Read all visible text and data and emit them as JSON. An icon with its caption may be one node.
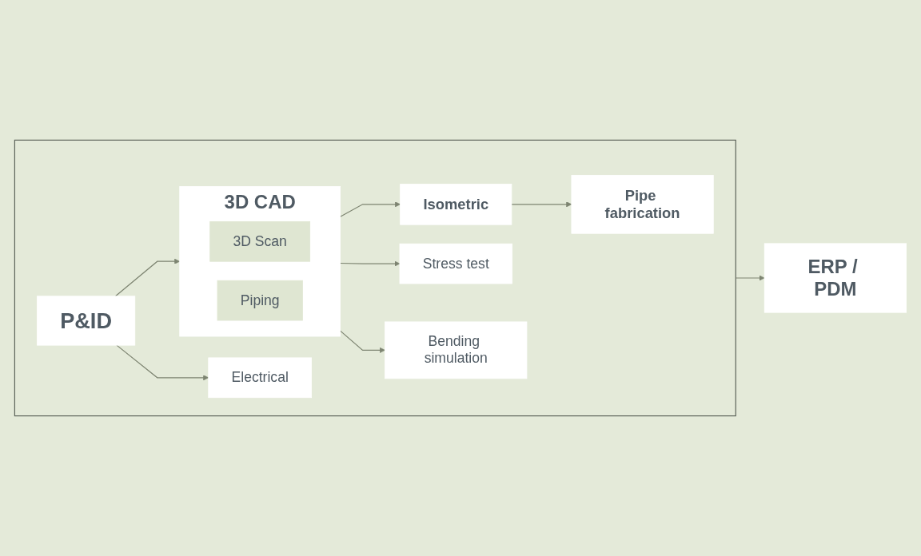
{
  "diagram": {
    "nodes": [
      {
        "text": [],
        "shape": "box"
      },
      {
        "text": [
          "Stress test"
        ],
        "in": 0
      },
      {
        "text": [
          "Electrical"
        ],
        "in": 0
      },
      {
        "text": [
          "P&ID"
        ],
        "in": 0
      },
      {
        "text": [
          "3D CAD"
        ],
        "in": 0
      },
      {
        "text": [
          "3D Scan"
        ],
        "in": 4
      },
      {
        "text": [
          "Piping"
        ],
        "in": 4
      },
      {
        "text": [
          "Isometric"
        ],
        "in": 0
      },
      {
        "text": [
          "Pipe fabrication"
        ],
        "in": 0
      },
      {
        "text": [
          "Bending simulation"
        ],
        "in": 0
      },
      {
        "text": [
          "ERP / PDM"
        ]
      }
    ],
    "edges": [
      {
        "from": 3,
        "to": 2,
        "arrow": "to"
      },
      {
        "from": 3,
        "to": 4,
        "arrow": "to"
      },
      {
        "from": 4,
        "to": 7,
        "arrow": "to"
      },
      {
        "from": 7,
        "to": 8,
        "arrow": "to"
      },
      {
        "from": 4,
        "to": 1,
        "arrow": "to"
      },
      {
        "from": 4,
        "to": 9,
        "arrow": "to"
      },
      {
        "from": 0,
        "to": 10,
        "arrow": "to"
      }
    ]
  }
}
